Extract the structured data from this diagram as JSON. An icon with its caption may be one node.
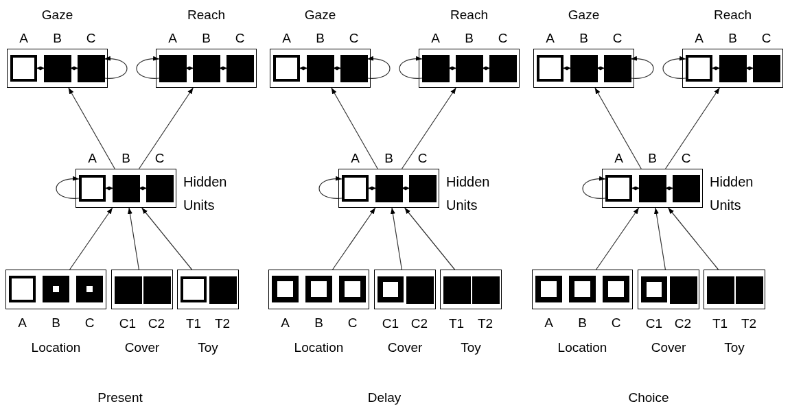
{
  "diagram": {
    "nodes": [
      {
        "text": [
          "Gaze"
        ]
      },
      {
        "text": [
          "A"
        ],
        "in": 0
      },
      {
        "text": [
          "B"
        ],
        "in": 0
      },
      {
        "text": [
          "C"
        ],
        "in": 0
      },
      {
        "text": [
          "Reach"
        ]
      },
      {
        "text": [
          "A"
        ],
        "in": 4
      },
      {
        "text": [
          "B"
        ],
        "in": 4
      },
      {
        "text": [
          "C"
        ],
        "in": 4
      },
      {
        "text": [
          "Hidden Units"
        ]
      },
      {
        "text": [
          "A"
        ],
        "in": 8
      },
      {
        "text": [
          "B"
        ],
        "in": 8
      },
      {
        "text": [
          "C"
        ],
        "in": 8
      },
      {
        "text": [
          "Location"
        ]
      },
      {
        "text": [
          "A"
        ],
        "in": 12
      },
      {
        "text": [
          "B"
        ],
        "in": 12
      },
      {
        "text": [
          "C"
        ],
        "in": 12
      },
      {
        "text": [
          "Cover"
        ]
      },
      {
        "text": [
          "C1"
        ],
        "in": 16
      },
      {
        "text": [
          "C2"
        ],
        "in": 16
      },
      {
        "text": [
          "Toy"
        ]
      },
      {
        "text": [
          "T1"
        ],
        "in": 19
      },
      {
        "text": [
          "T2"
        ],
        "in": 19
      },
      {
        "text": [
          "Gaze"
        ]
      },
      {
        "text": [
          "A"
        ],
        "in": 22
      },
      {
        "text": [
          "B"
        ],
        "in": 22
      },
      {
        "text": [
          "C"
        ],
        "in": 22
      },
      {
        "text": [
          "Reach"
        ]
      },
      {
        "text": [
          "A"
        ],
        "in": 26
      },
      {
        "text": [
          "B"
        ],
        "in": 26
      },
      {
        "text": [
          "C"
        ],
        "in": 26
      },
      {
        "text": [
          "Hidden Units"
        ]
      },
      {
        "text": [
          "A"
        ],
        "in": 30
      },
      {
        "text": [
          "B"
        ],
        "in": 30
      },
      {
        "text": [
          "C"
        ],
        "in": 30
      },
      {
        "text": [
          "Location"
        ]
      },
      {
        "text": [
          "A"
        ],
        "in": 34
      },
      {
        "text": [
          "B"
        ],
        "in": 34
      },
      {
        "text": [
          "C"
        ],
        "in": 34
      },
      {
        "text": [
          "Cover"
        ]
      },
      {
        "text": [
          "C1"
        ],
        "in": 38
      },
      {
        "text": [
          "C2"
        ],
        "in": 38
      },
      {
        "text": [
          "Toy"
        ]
      },
      {
        "text": [
          "T1"
        ],
        "in": 41
      },
      {
        "text": [
          "T2"
        ],
        "in": 41
      },
      {
        "text": [
          "Gaze"
        ]
      },
      {
        "text": [
          "A"
        ],
        "in": 44
      },
      {
        "text": [
          "B"
        ],
        "in": 44
      },
      {
        "text": [
          "C"
        ],
        "in": 44
      },
      {
        "text": [
          "Reach"
        ]
      },
      {
        "text": [
          "A"
        ],
        "in": 48
      },
      {
        "text": [
          "B"
        ],
        "in": 48
      },
      {
        "text": [
          "C"
        ],
        "in": 48
      },
      {
        "text": [
          "Hidden Units"
        ]
      },
      {
        "text": [
          "A"
        ],
        "in": 52
      },
      {
        "text": [
          "B"
        ],
        "in": 52
      },
      {
        "text": [
          "C"
        ],
        "in": 52
      },
      {
        "text": [
          "Location"
        ]
      },
      {
        "text": [
          "A"
        ],
        "in": 56
      },
      {
        "text": [
          "B"
        ],
        "in": 56
      },
      {
        "text": [
          "C"
        ],
        "in": 56
      },
      {
        "text": [
          "Cover"
        ]
      },
      {
        "text": [
          "C1"
        ],
        "in": 60
      },
      {
        "text": [
          "C2"
        ],
        "in": 60
      },
      {
        "text": [
          "Toy"
        ]
      },
      {
        "text": [
          "T1"
        ],
        "in": 63
      },
      {
        "text": [
          "T2"
        ],
        "in": 63
      }
    ],
    "edges": [
      {
        "from": 1,
        "to": 2,
        "arrow": "both"
      },
      {
        "from": 2,
        "to": 3,
        "arrow": "both"
      },
      {
        "from": 3,
        "to": 3,
        "arrow": "to"
      },
      {
        "from": 5,
        "to": 5,
        "arrow": "to"
      },
      {
        "from": 5,
        "to": 6,
        "arrow": "both"
      },
      {
        "from": 6,
        "to": 7,
        "arrow": "both"
      },
      {
        "from": 8,
        "to": 0,
        "arrow": "to"
      },
      {
        "from": 8,
        "to": 4,
        "arrow": "to"
      },
      {
        "from": 9,
        "to": 9,
        "arrow": "to"
      },
      {
        "from": 9,
        "to": 10,
        "arrow": "both"
      },
      {
        "from": 10,
        "to": 11,
        "arrow": "both"
      },
      {
        "from": 12,
        "to": 8,
        "arrow": "to"
      },
      {
        "from": 16,
        "to": 8,
        "arrow": "to"
      },
      {
        "from": 19,
        "to": 8,
        "arrow": "to"
      },
      {
        "from": 23,
        "to": 24,
        "arrow": "both"
      },
      {
        "from": 24,
        "to": 25,
        "arrow": "both"
      },
      {
        "from": 25,
        "to": 25,
        "arrow": "to"
      },
      {
        "from": 27,
        "to": 27,
        "arrow": "to"
      },
      {
        "from": 27,
        "to": 28,
        "arrow": "both"
      },
      {
        "from": 28,
        "to": 29,
        "arrow": "both"
      },
      {
        "from": 30,
        "to": 22,
        "arrow": "to"
      },
      {
        "from": 30,
        "to": 26,
        "arrow": "to"
      },
      {
        "from": 31,
        "to": 31,
        "arrow": "to"
      },
      {
        "from": 31,
        "to": 32,
        "arrow": "both"
      },
      {
        "from": 32,
        "to": 33,
        "arrow": "both"
      },
      {
        "from": 34,
        "to": 30,
        "arrow": "to"
      },
      {
        "from": 38,
        "to": 30,
        "arrow": "to"
      },
      {
        "from": 41,
        "to": 30,
        "arrow": "to"
      },
      {
        "from": 45,
        "to": 46,
        "arrow": "both"
      },
      {
        "from": 46,
        "to": 47,
        "arrow": "both"
      },
      {
        "from": 47,
        "to": 47,
        "arrow": "to"
      },
      {
        "from": 49,
        "to": 49,
        "arrow": "to"
      },
      {
        "from": 49,
        "to": 50,
        "arrow": "both"
      },
      {
        "from": 50,
        "to": 51,
        "arrow": "both"
      },
      {
        "from": 52,
        "to": 44,
        "arrow": "to"
      },
      {
        "from": 52,
        "to": 48,
        "arrow": "to"
      },
      {
        "from": 53,
        "to": 53,
        "arrow": "to"
      },
      {
        "from": 53,
        "to": 54,
        "arrow": "both"
      },
      {
        "from": 54,
        "to": 55,
        "arrow": "both"
      },
      {
        "from": 56,
        "to": 52,
        "arrow": "to"
      },
      {
        "from": 60,
        "to": 52,
        "arrow": "to"
      },
      {
        "from": 63,
        "to": 52,
        "arrow": "to"
      }
    ],
    "labels": [
      "Present",
      "Delay",
      "Choice"
    ]
  }
}
